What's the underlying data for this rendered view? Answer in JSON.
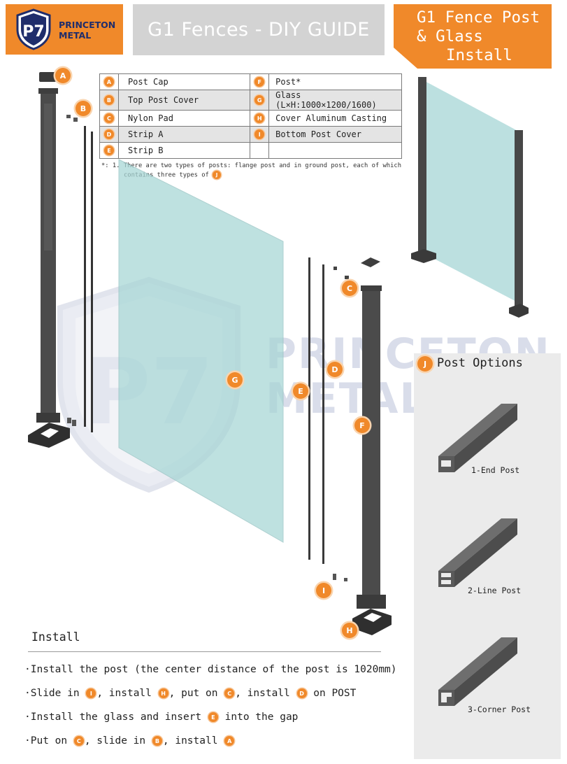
{
  "header": {
    "brand_line1": "PRINCETON",
    "brand_line2": "METAL",
    "title": "G1 Fences - DIY GUIDE",
    "tag_line1": "G1 Fence Post",
    "tag_line2": "& Glass",
    "tag_line3": "Install",
    "colors": {
      "orange": "#f0892a",
      "gray": "#d3d3d3",
      "navy": "#1f2d6b"
    }
  },
  "parts_table": [
    {
      "left_code": "A",
      "left_name": "Post Cap",
      "right_code": "F",
      "right_name": "Post*"
    },
    {
      "left_code": "B",
      "left_name": "Top Post Cover",
      "right_code": "G",
      "right_name": "Glass (L×H:1000×1200/1600)"
    },
    {
      "left_code": "C",
      "left_name": "Nylon Pad",
      "right_code": "H",
      "right_name": "Cover Aluminum Casting"
    },
    {
      "left_code": "D",
      "left_name": "Strip A",
      "right_code": "I",
      "right_name": "Bottom Post Cover"
    },
    {
      "left_code": "E",
      "left_name": "Strip B",
      "right_code": "",
      "right_name": ""
    }
  ],
  "footnote": {
    "line1": "*: 1. There are two types of posts: flange post and in ground post, each of which",
    "line2": "contains three types of",
    "badge": "J"
  },
  "diagram_callouts": [
    "A",
    "B",
    "C",
    "D",
    "E",
    "F",
    "G",
    "H",
    "I"
  ],
  "watermark": {
    "line1": "PRINCETON",
    "line2": "METAL"
  },
  "post_options": {
    "badge": "J",
    "title": "Post Options",
    "items": [
      {
        "label": "1-End Post",
        "icon": "end-post-profile-icon"
      },
      {
        "label": "2-Line Post",
        "icon": "line-post-profile-icon"
      },
      {
        "label": "3-Corner Post",
        "icon": "corner-post-profile-icon"
      }
    ]
  },
  "install": {
    "heading": "Install",
    "step1": "·Install the post (the center distance of the post is 1020mm)",
    "step2": {
      "t1": "·Slide in",
      "b1": "I",
      "t2": ", install",
      "b2": "H",
      "t3": ", put on",
      "b3": "C",
      "t4": ", install",
      "b4": "D",
      "t5": "on POST"
    },
    "step3": {
      "t1": "·Install the glass and insert",
      "b1": "E",
      "t2": "into the gap"
    },
    "step4": {
      "t1": "·Put on",
      "b1": "C",
      "t2": ", slide in",
      "b2": "B",
      "t3": ", install",
      "b3": "A"
    }
  }
}
